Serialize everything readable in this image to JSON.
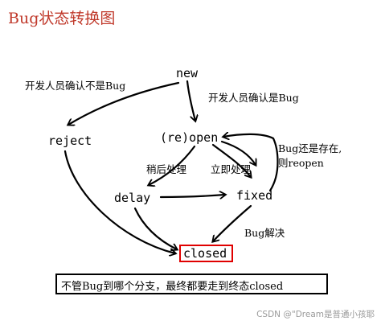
{
  "title": "Bug状态转换图",
  "nodes": {
    "new": "new",
    "reopen": "(re)open",
    "reject": "reject",
    "delay": "delay",
    "fixed": "fixed",
    "closed": "closed"
  },
  "edges": {
    "new_to_reject": "开发人员确认不是Bug",
    "new_to_reopen": "开发人员确认是Bug",
    "reopen_to_delay": "稍后处理",
    "reopen_to_fixed": "立即处理",
    "fixed_to_reopen_line1": "Bug还是存在,",
    "fixed_to_reopen_line2": "则reopen",
    "fixed_to_closed": "Bug解决"
  },
  "note": "不管Bug到哪个分支，最终都要走到终态closed",
  "watermark": "CSDN @\"Dream是普通小孩耶"
}
